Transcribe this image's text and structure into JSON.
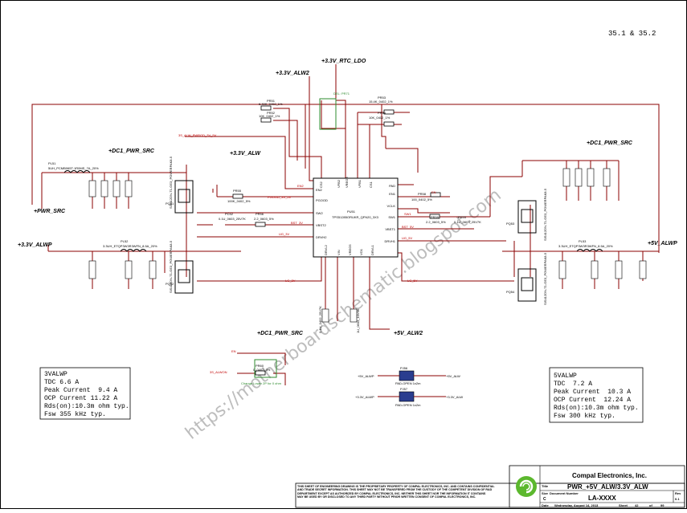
{
  "sheet_ref": "35.1 & 35.2",
  "nets": {
    "v33_alw2": "+3.3V_ALW2",
    "v33_rtc_ldo": "+3.3V_RTC_LDO",
    "v33_alw": "+3.3V_ALW",
    "dc1_pwr_src_left": "+DC1_PWR_SRC",
    "dc1_pwr_src_right": "+DC1_PWR_SRC",
    "dc1_pwr_src_bottom": "+DC1_PWR_SRC",
    "pwr_src": "+PWR_SRC",
    "v33_alwp": "+3.3V_ALWP",
    "v5_alwp": "+5V_ALWP",
    "v5_alw2": "+5V_ALW2",
    "alw_pwrgd": "3S_ALW_PWRGD_3V_5V",
    "en": "EN",
    "alwon": "3S_ALWON"
  },
  "signals": {
    "en2": "EN2",
    "pgood": "PGOOD_3V_5V",
    "bst2": "BST_3V",
    "ug3": "UG_3V",
    "lg3": "LG_3V",
    "ugl": "UG_5V",
    "bst1": "BST_5V",
    "lg5": "LG_5V",
    "en1": "EN",
    "sw1": "SW1"
  },
  "ic": {
    "ref": "PU51",
    "part": "TPS51285ORUKR_QFN20_3X3",
    "pins_left": [
      "EN2",
      "PGOOD",
      "SW2",
      "VBST2",
      "DRVH2"
    ],
    "pins_right": [
      "PAD",
      "EN1",
      "VCLK",
      "SW1",
      "VBST1",
      "DRVH1"
    ],
    "pins_top": [
      "CS2",
      "VFB2",
      "VREG3",
      "VFB1",
      "CS1"
    ],
    "pins_bottom": [
      "DRVL2",
      "VIN",
      "VREG5",
      "VO1",
      "DRVL1"
    ]
  },
  "components": {
    "pr_top_left_1": "PR51",
    "pr_top_left_1_val": "6.49K_0402_1%",
    "pr_top_left_2": "PR52",
    "pr_top_left_2_val": "10K_0402_1%",
    "pr_top_right_1": "PR53",
    "pr_top_right_1_val": "15.4K_0402_1%",
    "pr_top_right_2": "PR54",
    "pr_top_right_2_val": "10K_0402_1%",
    "del_label": "DEL: PR71",
    "pl51": "PL51",
    "pl51_val": "5UH_PCMB065T-1R0MS_7A_20%",
    "pl52": "PL52",
    "pl52_val": "3.3UH_ETQP3W3R3WFN_8.5A_20%",
    "pl53": "PL53",
    "pl53_val": "3.3UH_ETQP3W3R3WFN_8.5A_20%",
    "pr_en2": "PR55",
    "pr_en2_val": "100K_0402_5%",
    "pr_bst2": "PR56",
    "pr_bst2_val": "2.2_0603_5%",
    "pc_bst2": "PC52",
    "pc_bst2_val": "0.1U_0603_25V7K",
    "pr_en1": "PR58",
    "pr_en1_val": "100_0402_5%",
    "pr_bst1": "PR59",
    "pr_bst1_val": "2.2_0603_5%",
    "pc_bst1": "PC53",
    "pc_bst1_val": "0.1U_0603_25V7K",
    "pq_hs_left": "PQ51",
    "pq_ls_left": "PQ52",
    "pq_hs_right": "PQ53",
    "pq_ls_right": "PQ54",
    "mos_left": "SIS412DN-T1-GE3_POWERPAK8-5",
    "mos_right": "SIS412DN-T1-GE3_POWERPAK8-5",
    "pr_alwon": "PR60",
    "pr_alwon_val": "0_0402_5%",
    "change_note": "Change Lower 2P for 0 ohm",
    "pj_top": "PJ56",
    "pj_top_val": "PAD-OPEN 1x2m",
    "pj_bot": "PJ57",
    "pj_bot_val": "PAD-OPEN 1x2m",
    "pc_vin": "PC56",
    "pc_vin_val": "0.1U_0402_25V7K",
    "pc_vreg": "PC57",
    "pc_vreg_val": "1U_0603_10V6K"
  },
  "jumpers": {
    "top_in": "+5V_ALWP",
    "top_out": "+5V_ALW",
    "bot_in": "+3.3V_ALWP",
    "bot_out": "+3.3V_ALW"
  },
  "spec_left": {
    "title": "3VALWP",
    "lines": [
      "TDC 6.6 A",
      "Peak Current  9.4 A",
      "OCP Current 11.22 A",
      "Rds(on):10.3m ohm typ.",
      "Fsw 355 kHz typ."
    ]
  },
  "spec_right": {
    "title": "5VALWP",
    "lines": [
      "TDC  7.2 A",
      "Peak Current  10.3 A",
      "OCP Current  12.24 A",
      "Rds(on):10.3m ohm typ.",
      "Fsw 300 kHz typ."
    ]
  },
  "title_block": {
    "company": "Compal Electronics, Inc.",
    "title_label": "Title",
    "title": "PWR_+5V_ALW/3.3V_ALW",
    "size_label": "Size",
    "doc_label": "Document Number",
    "rev_label": "Rev",
    "size": "C",
    "doc": "LA-XXXX",
    "rev": "0.1",
    "date_label": "Date",
    "date": "Wednesday, August 14, 2013",
    "sheet_label": "Sheet",
    "sheet": "42",
    "of_label": "of",
    "of": "99",
    "disclaimer_1": "THIS SHEET OF ENGINEERING DRAWING IS THE PROPRIETARY PROPERTY OF COMPAL ELECTRONICS, INC. AND CONTAINS CONFIDENTIAL",
    "disclaimer_2": "AND TRADE SECRET INFORMATION. THIS SHEET MAY NOT BE TRANSFERED FROM THE CUSTODY OF THE COMPETENT DIVISION OF R&D",
    "disclaimer_3": "DEPARTMENT EXCEPT AS AUTHORIZED BY COMPAL ELECTRONICS, INC. NEITHER THIS SHEET NOR THE INFORMATION IT CONTAINS",
    "disclaimer_4": "MAY BE USED BY OR DISCLOSED TO ANY THIRD PARTY WITHOUT PRIOR WRITTEN CONSENT OF COMPAL ELECTRONICS, INC."
  },
  "watermark": "https://motherboardschematic.blogspot.com",
  "colors": {
    "wire": "#8b0000",
    "border": "#000000",
    "net_red": "#c00000",
    "green": "#2e8b2e",
    "logo_green": "#5cb82e"
  }
}
